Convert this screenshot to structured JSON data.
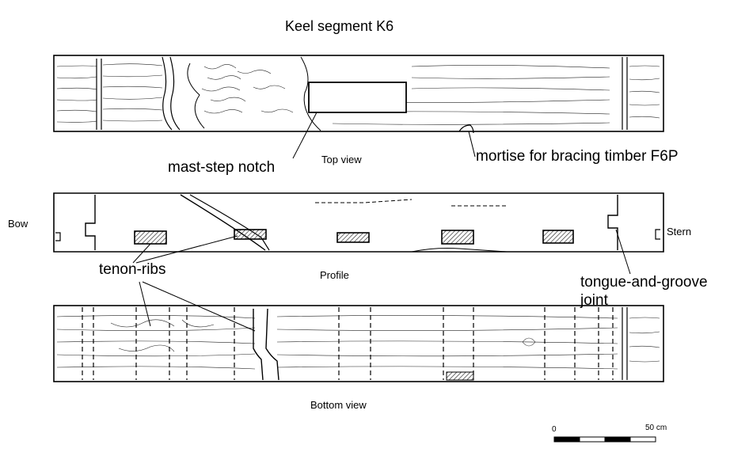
{
  "title": "Keel segment K6",
  "views": {
    "top": "Top view",
    "profile": "Profile",
    "bottom": "Bottom view"
  },
  "ends": {
    "bow": "Bow",
    "stern": "Stern"
  },
  "callouts": {
    "mast_step_notch": "mast-step notch",
    "mortise": "mortise for bracing timber F6P",
    "tenon_ribs": "tenon-ribs",
    "tongue_groove_1": "tongue-and-groove",
    "tongue_groove_2": "joint"
  },
  "scale_bar": {
    "start_label": "0",
    "end_label": "50 cm"
  },
  "colors": {
    "ink": "#000000",
    "background": "#ffffff",
    "hatch": "#333333"
  }
}
